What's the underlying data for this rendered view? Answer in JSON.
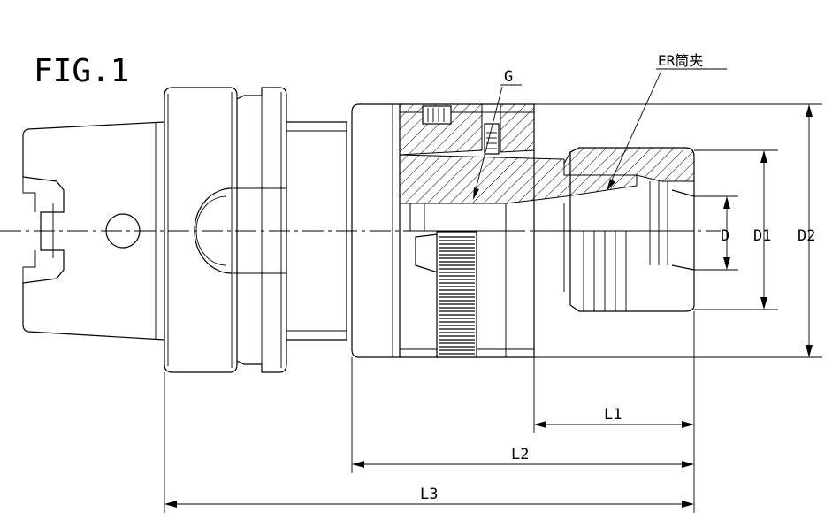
{
  "figure": {
    "title": "FIG.1",
    "labels": {
      "collet": "ER筒夹",
      "g": "G",
      "d": "D",
      "d1": "D1",
      "d2": "D2",
      "l1": "L1",
      "l2": "L2",
      "l3": "L3"
    }
  }
}
